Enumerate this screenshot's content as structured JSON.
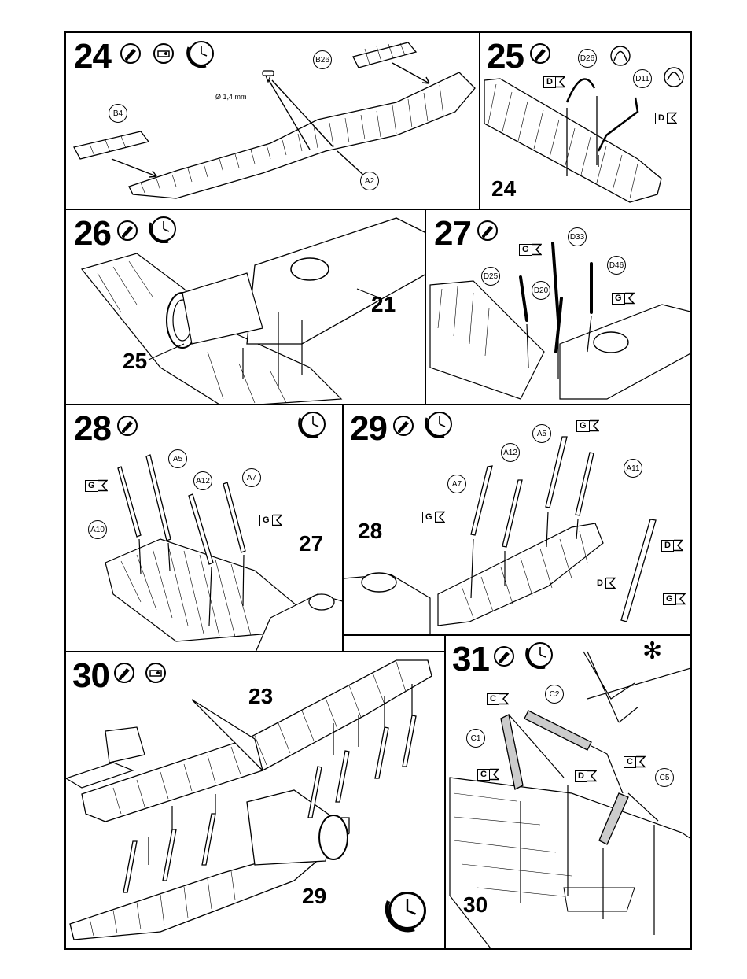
{
  "steps": {
    "s24": {
      "number": "24",
      "callouts": [
        "B26",
        "B4",
        "A2"
      ],
      "dimension": "Ø 1,4 mm"
    },
    "s25": {
      "number": "25",
      "callouts": [
        "D26",
        "D11"
      ],
      "paints": [
        "D",
        "D"
      ],
      "ref": "24"
    },
    "s26": {
      "number": "26",
      "refs": [
        "21",
        "25"
      ]
    },
    "s27": {
      "number": "27",
      "callouts": [
        "D33",
        "D25",
        "D46",
        "D20"
      ],
      "paints": [
        "G",
        "G"
      ]
    },
    "s28": {
      "number": "28",
      "callouts": [
        "A5",
        "A12",
        "A7",
        "A10"
      ],
      "paints": [
        "G",
        "G"
      ],
      "ref": "27"
    },
    "s29": {
      "number": "29",
      "callouts": [
        "A5",
        "A12",
        "A7",
        "A11"
      ],
      "paints": [
        "G",
        "G",
        "D",
        "D",
        "G"
      ],
      "ref": "28"
    },
    "s30": {
      "number": "30",
      "refs": [
        "23",
        "29"
      ]
    },
    "s31": {
      "number": "31",
      "callouts": [
        "C2",
        "C1",
        "C5"
      ],
      "paints": [
        "C",
        "C",
        "D",
        "C"
      ],
      "ref": "30",
      "symbol": "✻"
    }
  }
}
